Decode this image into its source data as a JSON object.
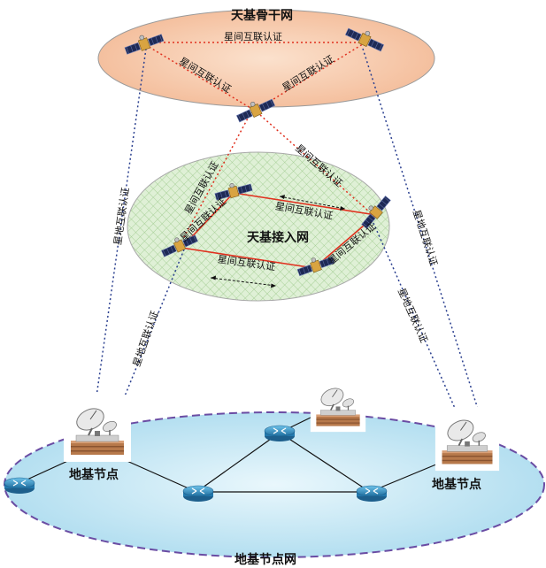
{
  "title": "地基节点网",
  "zones": {
    "backbone": "天基骨干网",
    "access": "天基接入网"
  },
  "ground_node_labels": {
    "left": "地基节点",
    "right": "地基节点"
  },
  "link_labels": {
    "inter_satellite": "星间互联认证",
    "satellite_ground": "星地互联认证"
  },
  "colors": {
    "backbone_fill": "#f6c8a8",
    "access_fill": "#cfe8c4",
    "ground_fill": "#bfe3f2",
    "inter_sat_link": "#e0301e",
    "sat_ground_link": "#2a3f8f",
    "router": "#2d8fc4"
  },
  "icons": [
    "satellite-icon",
    "ground-station-icon",
    "router-icon"
  ]
}
